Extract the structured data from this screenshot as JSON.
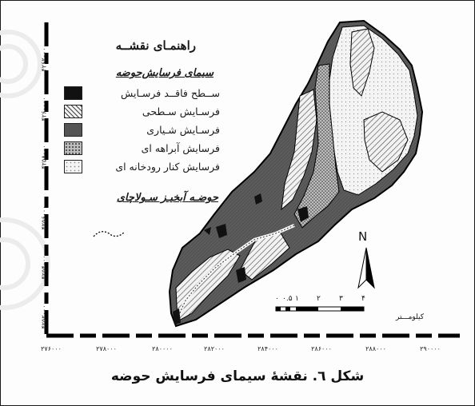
{
  "legend": {
    "title": "راهنمـای نقشــه",
    "subtitle": "سیمای فرسایش‌حوضه",
    "items": [
      {
        "label": "ســطح فاقــد فرسـایش",
        "pattern": "black"
      },
      {
        "label": "فرسـایش سـطحی",
        "pattern": "diagonal"
      },
      {
        "label": "فرسـایش شـیاری",
        "pattern": "dark-gray"
      },
      {
        "label": "فرسایش آبراهه ای",
        "pattern": "dots"
      },
      {
        "label": "فرسایش کنار رودخانه ای",
        "pattern": "light-dots"
      }
    ],
    "basin_label": "حوضـه آبخیـز سـولاچای"
  },
  "north_arrow": {
    "letter": "N"
  },
  "scale_bar": {
    "ticks": [
      "۰",
      "۰.۵",
      "۱",
      "۲",
      "۳",
      "۴"
    ],
    "unit": "کیلومـــتر"
  },
  "axes": {
    "y_ticks": [
      "۴۲۶۲۰۰۰",
      "۴۲۶۰۰۰۰",
      "۴۲۵۸۰۰۰",
      "۴۲۵۶۰۰۰",
      "۴۲۵۴۰۰۰",
      "۴۲۵۲۰۰۰"
    ],
    "x_ticks": [
      "۲۷۶۰۰۰",
      "۲۷۸۰۰۰",
      "۲۸۰۰۰۰",
      "۲۸۲۰۰۰",
      "۲۸۴۰۰۰",
      "۲۸۶۰۰۰",
      "۲۸۸۰۰۰",
      "۲۹۰۰۰۰"
    ]
  },
  "caption": "شکل ٦. نقشهٔ سیمای فرسایش حوضه",
  "colors": {
    "rill": "#5a5a5a",
    "no_erosion": "#111111",
    "surface": "#e6e6e6",
    "channel": "#d9d9d9",
    "bank": "#f0f0f0",
    "frame": "#000000"
  }
}
